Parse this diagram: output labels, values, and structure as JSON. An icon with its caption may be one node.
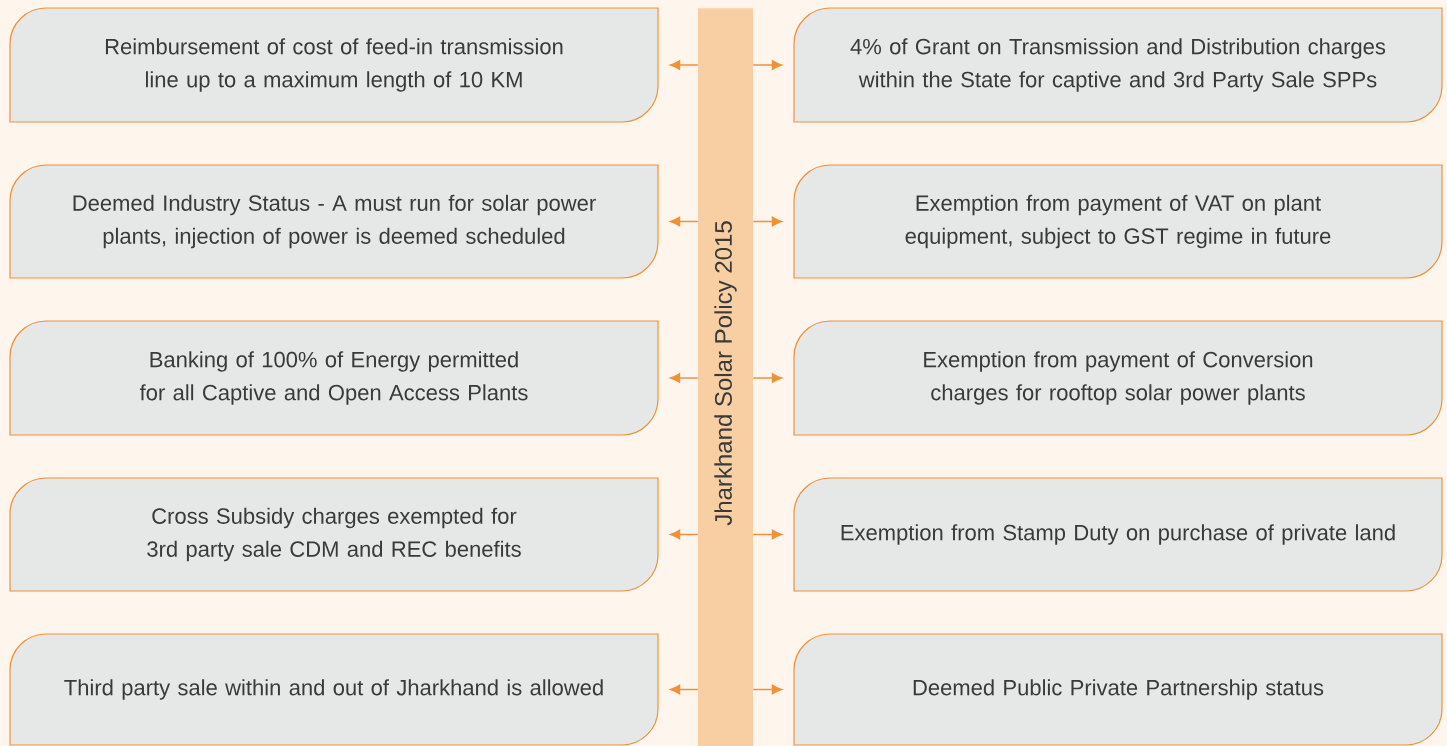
{
  "diagram": {
    "nodes": [
      {
        "text": [
          "Jharkhand Solar Policy 2015"
        ]
      },
      {
        "text": [
          "Reimbursement of cost of feed-in transmission line up to a maximum length of 10 KM"
        ]
      },
      {
        "text": [
          "4% of Grant on Transmission and Distribution charges within the State for captive and 3rd Party Sale SPPs"
        ]
      },
      {
        "text": [
          "Deemed Industry Status - A must run for solar power plants, injection of power is deemed scheduled"
        ]
      },
      {
        "text": [
          "Exemption from payment of VAT on plant equipment, subject to GST regime in future"
        ]
      },
      {
        "text": [
          "Banking of 100% of Energy permitted for all Captive and Open Access Plants"
        ]
      },
      {
        "text": [
          "Exemption from payment of Conversion charges for rooftop solar power plants"
        ]
      },
      {
        "text": [
          "Cross Subsidy charges exempted for 3rd party sale CDM and REC benefits"
        ]
      },
      {
        "text": [
          "Exemption from Stamp Duty on purchase of private land"
        ]
      },
      {
        "text": [
          "Third party sale within and out of Jharkhand is allowed"
        ]
      },
      {
        "text": [
          "Deemed Public Private Partnership status"
        ]
      }
    ],
    "edges": [
      {
        "from": 0,
        "to": 1,
        "arrow": "to"
      },
      {
        "from": 0,
        "to": 2,
        "arrow": "to"
      },
      {
        "from": 0,
        "to": 3,
        "arrow": "to"
      },
      {
        "from": 0,
        "to": 4,
        "arrow": "to"
      },
      {
        "from": 0,
        "to": 5,
        "arrow": "to"
      },
      {
        "from": 0,
        "to": 6,
        "arrow": "to"
      },
      {
        "from": 0,
        "to": 7,
        "arrow": "to"
      },
      {
        "from": 0,
        "to": 8,
        "arrow": "to"
      },
      {
        "from": 0,
        "to": 9,
        "arrow": "to"
      },
      {
        "from": 0,
        "to": 10,
        "arrow": "to"
      }
    ]
  }
}
